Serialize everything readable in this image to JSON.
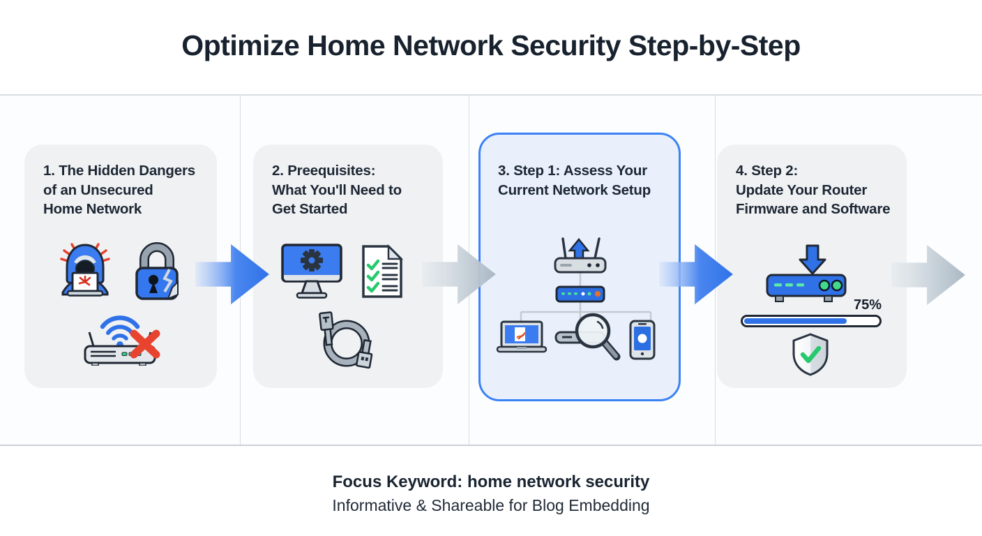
{
  "page": {
    "title": "Optimize Home Network Security Step-by-Step",
    "footer_line1": "Focus Keyword: home network security",
    "footer_line2": "Informative & Shareable for Blog Embedding"
  },
  "cards": [
    {
      "title": "1. The Hidden Dangers\nof an Unsecured\nHome Network",
      "highlighted": false,
      "icons": [
        "hacker-laptop",
        "broken-lock",
        "router-wifi-blocked"
      ]
    },
    {
      "title": "2. Preequisites:\nWhat You'll Need to\nGet Started",
      "highlighted": false,
      "icons": [
        "computer-settings",
        "checklist-document",
        "network-cable"
      ]
    },
    {
      "title": "3. Step 1: Assess Your\nCurrent Network Setup",
      "highlighted": true,
      "icons": [
        "network-topology"
      ]
    },
    {
      "title": "4. Step 2:\nUpdate Your Router\nFirmware and Software",
      "highlighted": false,
      "icons": [
        "download-arrow",
        "router-device",
        "progress-bar",
        "shield-check"
      ],
      "progress_label": "75%",
      "progress_width": "75%"
    }
  ],
  "arrows": [
    {
      "style": "blue"
    },
    {
      "style": "gray"
    },
    {
      "style": "blue"
    },
    {
      "style": "gray"
    }
  ],
  "colors": {
    "accent_blue": "#2f72e8",
    "highlight_border": "#3b82f6",
    "highlight_fill": "#e9f0fb",
    "card_fill": "#f0f1f3",
    "arrow_gray": "#aab8c4",
    "success_green": "#27c96e",
    "danger_red": "#e8432e",
    "warning_orange": "#e8702a",
    "text_dark": "#18222e"
  }
}
